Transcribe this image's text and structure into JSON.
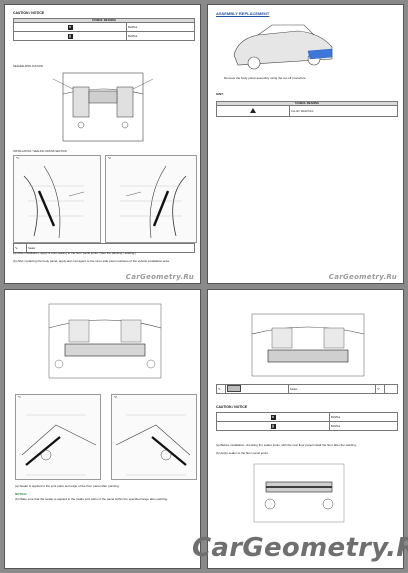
{
  "pages": {
    "top_left": {
      "title": "CAUTION / NOTICE",
      "legend_header": "SYMBOL MEANING",
      "legend_rows": [
        {
          "icon": "⚙",
          "label": "Bolt/Nut"
        },
        {
          "icon": "❚",
          "label": "Bolt/Nut"
        }
      ],
      "section_label": "SEALER APPLICATION",
      "sub_label": "INSTALLATION / SEALING CROSS-SECTION",
      "fig_a": "*1",
      "fig_b": "*2",
      "table_cols": [
        "*a",
        "Sealer"
      ],
      "notes": [
        "(a) After installation, apply a coat sealing to the floor panel joints. (See the painting / sealing.)",
        "(b) After replacing the body panel, apply anti-rust agent to the inner side panel surfaces of the vehicle installation area."
      ],
      "watermark": "CarGeometry.Ru"
    },
    "top_right": {
      "title": "ASSEMBLY REPLACEMENT",
      "caption": "Remove the body panel assembly using the cut-off procedure.",
      "hint_label": "HINT:",
      "legend_header": "SYMBOL MEANING",
      "legend_row": "Cut-off / Weld Point",
      "watermark": "CarGeometry.Ru"
    },
    "bottom_left": {
      "fig_a": "*1",
      "fig_b": "*2",
      "notes": [
        "(a) Sealer is applied to the joint parts and edge of the floor panel after painting.",
        "NOTICE:",
        "(b) Make sure that the sealer is applied to the inside joint parts of the panel within the specified range after painting."
      ]
    },
    "bottom_right": {
      "legend_row_a": "*1",
      "legend_row_b": "*2",
      "sealer_label": "Sealer",
      "title": "CAUTION / NOTICE",
      "rows": [
        {
          "icon": "⚙",
          "label": "Bolt/Nut"
        },
        {
          "icon": "❚",
          "label": "Bolt/Nut"
        }
      ],
      "notes": [
        "(a) Before installation, checking the sealer joints, with the rear floor panel install the floor after the welding.",
        "(b) Apply sealer to the floor panel joints."
      ],
      "watermark": "CarGeometry.Ru"
    }
  }
}
